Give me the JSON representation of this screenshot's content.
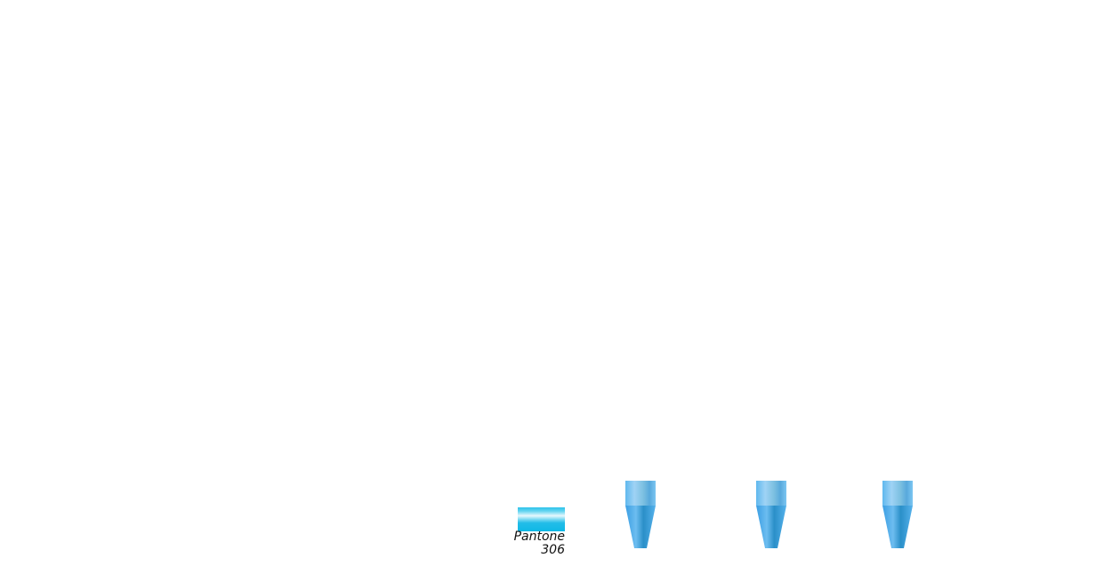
{
  "swatch": {
    "name": "Pantone",
    "number": "306",
    "color": "#0fb8e6"
  },
  "tips": [
    {
      "id": "tip-1"
    },
    {
      "id": "tip-2"
    },
    {
      "id": "tip-3"
    }
  ]
}
